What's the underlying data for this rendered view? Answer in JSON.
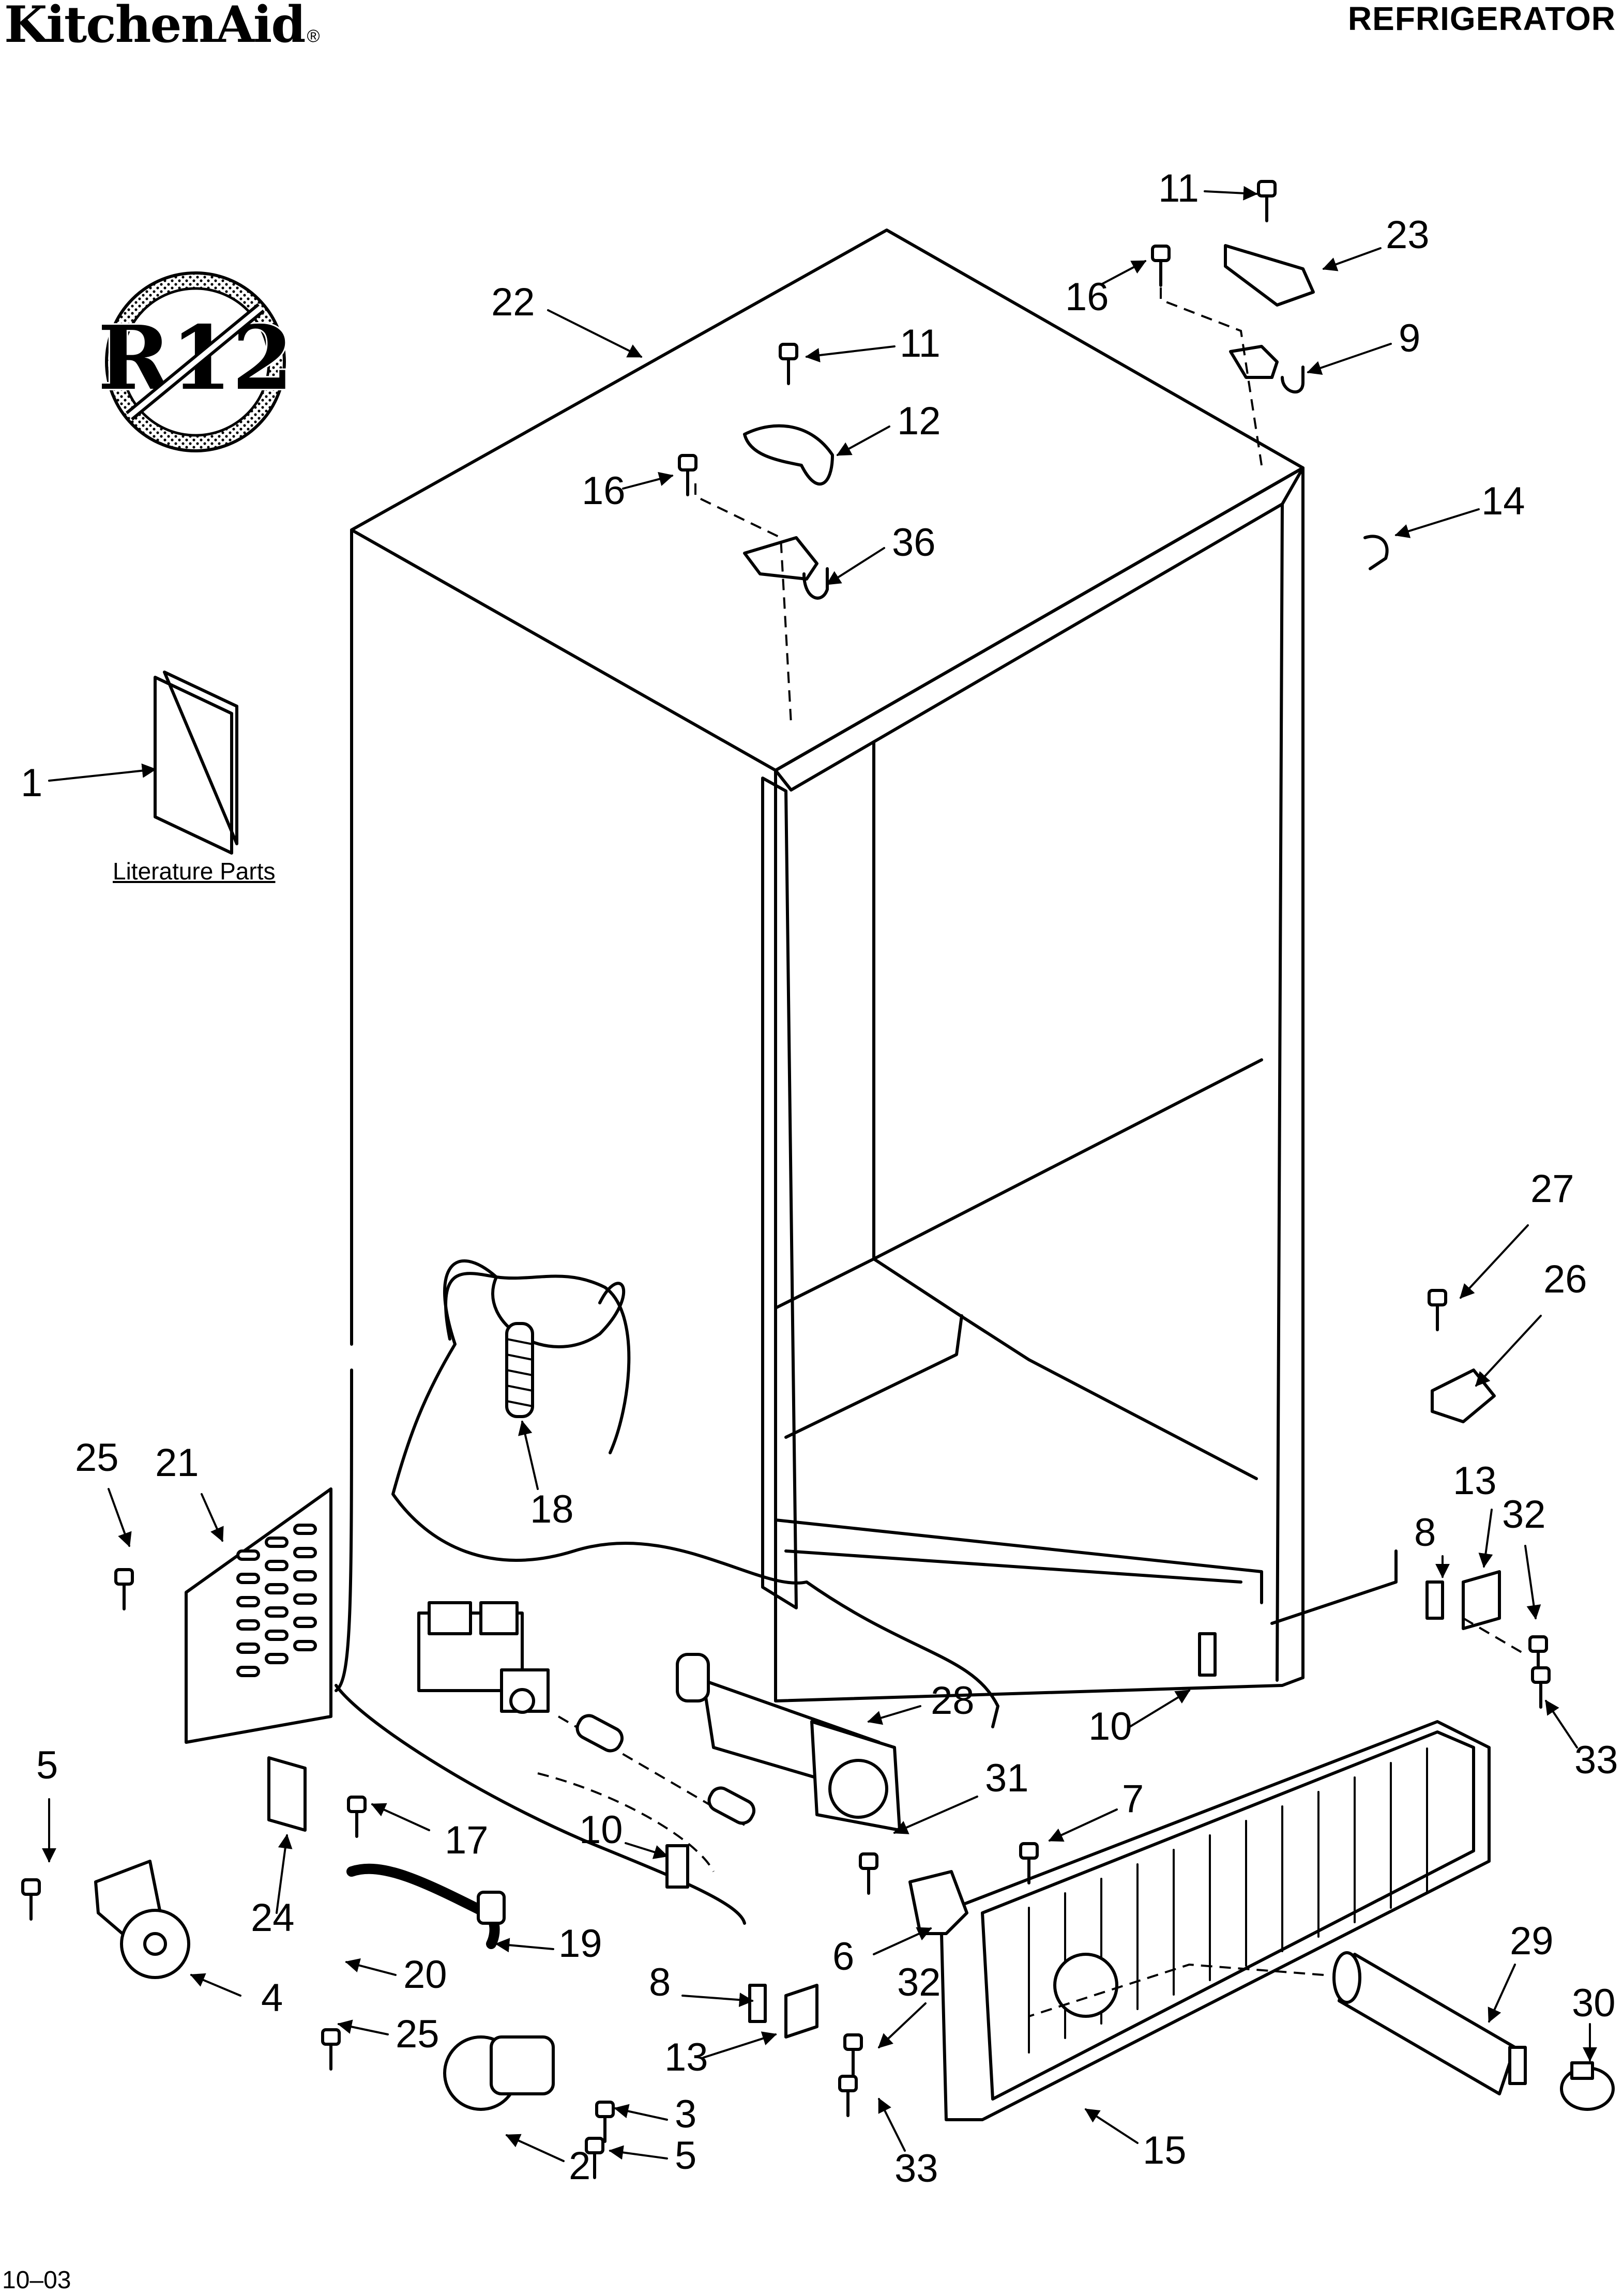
{
  "header": {
    "brand": "KitchenAid",
    "brand_mark": "®",
    "title": "REFRIGERATOR"
  },
  "footer": {
    "date_code": "10–03"
  },
  "badge": {
    "text": "R12",
    "icon": "no-r12-refrigerant-icon"
  },
  "literature_label": "Literature Parts",
  "callouts": [
    "1",
    "2",
    "3",
    "4",
    "5",
    "5",
    "6",
    "7",
    "8",
    "8",
    "9",
    "10",
    "10",
    "11",
    "11",
    "12",
    "13",
    "13",
    "14",
    "15",
    "16",
    "16",
    "17",
    "18",
    "19",
    "20",
    "21",
    "22",
    "23",
    "24",
    "25",
    "25",
    "26",
    "27",
    "28",
    "29",
    "30",
    "31",
    "32",
    "32",
    "33",
    "33",
    "36"
  ]
}
